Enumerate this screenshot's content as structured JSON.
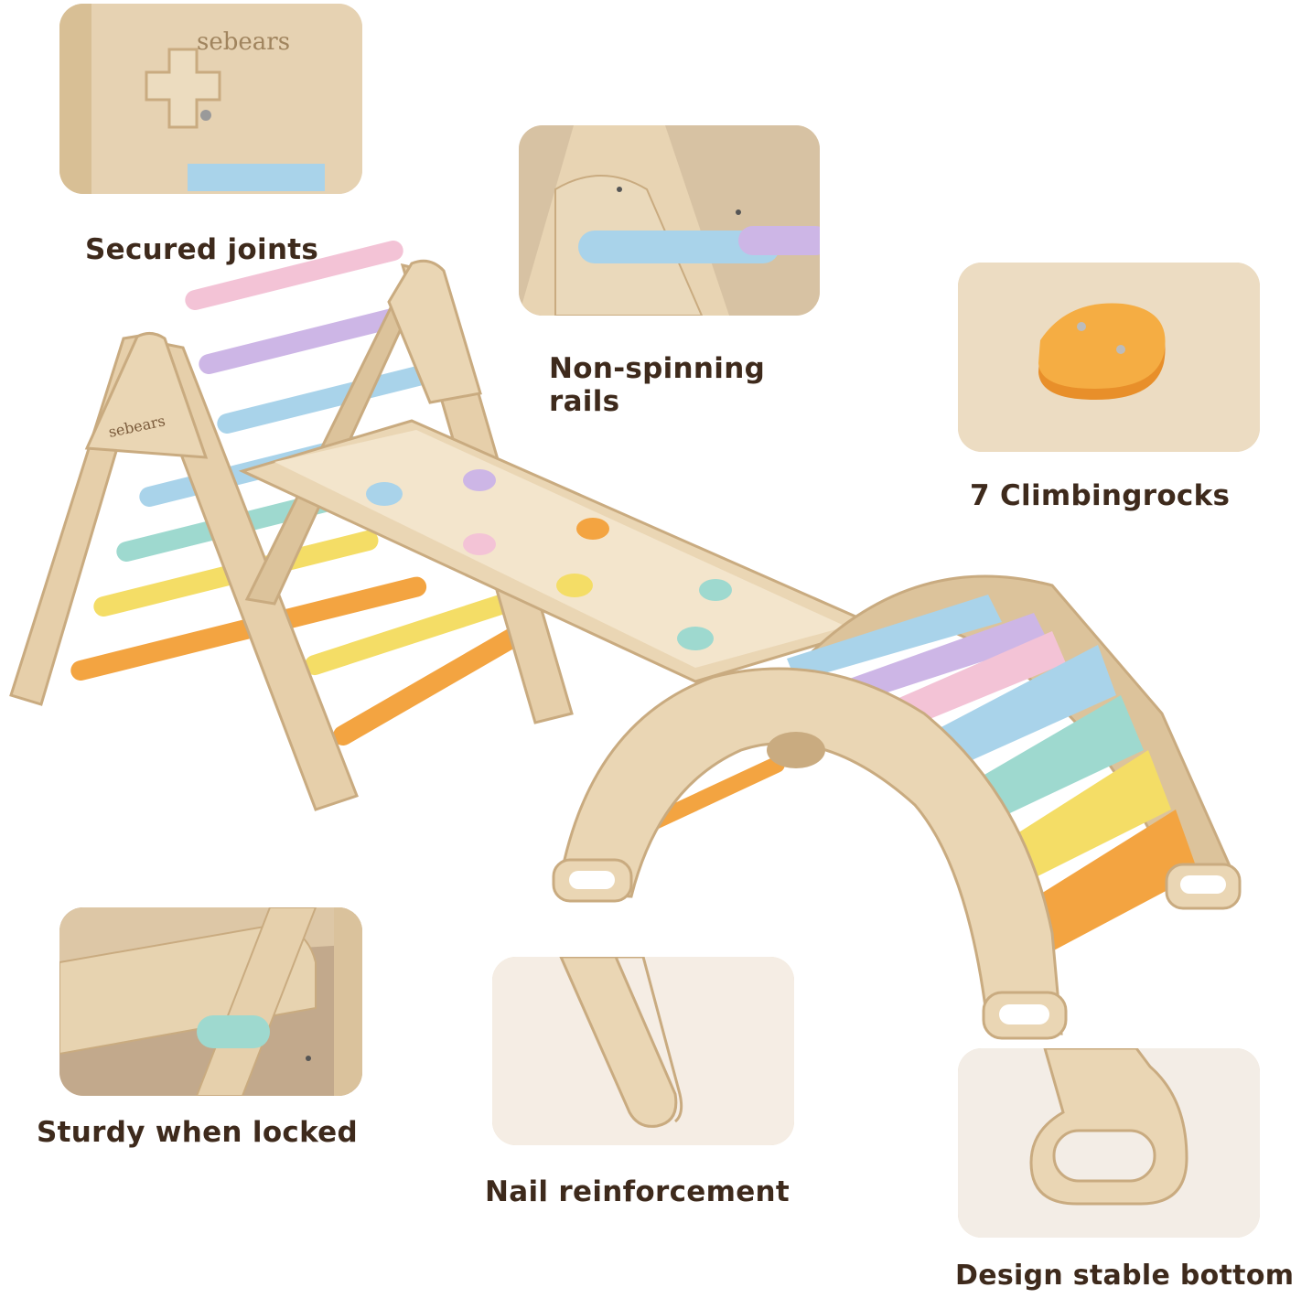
{
  "brand": {
    "logo_text": "sebears"
  },
  "features": {
    "secured_joints": "Secured joints",
    "non_spinning_rails_line1": "Non-spinning",
    "non_spinning_rails_line2": "rails",
    "climbing_rocks": "7 Climbingrocks",
    "sturdy_when_locked": "Sturdy when locked",
    "nail_reinforcement": "Nail reinforcement",
    "stable_bottom": "Design stable bottom"
  },
  "colors": {
    "wood": "#e6cfaa",
    "wood_dark": "#c9ab80",
    "text": "#3e2a1c",
    "pink": "#f3c3d6",
    "lavender": "#cdb6e6",
    "blue": "#a9d3ea",
    "mint": "#9ed9cf",
    "yellow": "#f4dd66",
    "orange": "#f3a441"
  }
}
